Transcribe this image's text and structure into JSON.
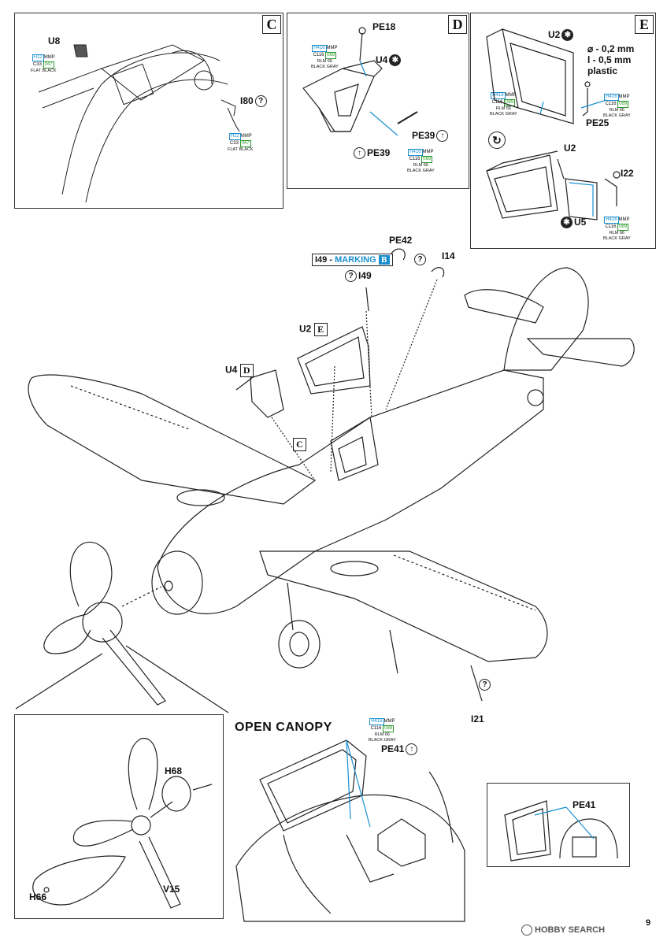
{
  "panels": {
    "c": {
      "letter": "C"
    },
    "d": {
      "letter": "D"
    },
    "e": {
      "letter": "E"
    }
  },
  "parts": {
    "u8": "U8",
    "i80": "I80",
    "pe18": "PE18",
    "u4_d": "U4",
    "pe39a": "PE39",
    "pe39b": "PE39",
    "u2_e": "U2",
    "pe25": "PE25",
    "u2_e2": "U2",
    "i22": "I22",
    "u5": "U5",
    "pe42": "PE42",
    "i14": "I14",
    "i49": "I49",
    "u2_main": "U2",
    "u4_main": "U4",
    "i21": "I21",
    "h68": "H68",
    "h66": "H66",
    "v15": "V15",
    "pe41a": "PE41",
    "pe41b": "PE41"
  },
  "marking_ref": {
    "prefix": "I49 - ",
    "word": "MARKING",
    "letter": "B"
  },
  "dimensions": {
    "line1": "⌀ - 0,2 mm",
    "line2": "l - 0,5 mm",
    "line3": "plastic"
  },
  "paints": {
    "flat_black": {
      "h": "H12",
      "mmp": "MMP",
      "c": "C33",
      "g": "047",
      "name": "FLAT BLACK"
    },
    "rlm66": {
      "h": "H416",
      "mmp": "MMP",
      "c": "C116",
      "g": "089",
      "name1": "RLM 66",
      "name2": "BLACK GRAY"
    }
  },
  "inset_refs": {
    "c": "C",
    "d": "D",
    "e": "E"
  },
  "open_canopy": {
    "title": "OPEN CANOPY"
  },
  "symbols": {
    "question": "?",
    "arrow": "↑",
    "star": "✱",
    "rotate": "↻"
  },
  "footer": {
    "page": "9",
    "watermark": "HOBBY SEARCH"
  }
}
